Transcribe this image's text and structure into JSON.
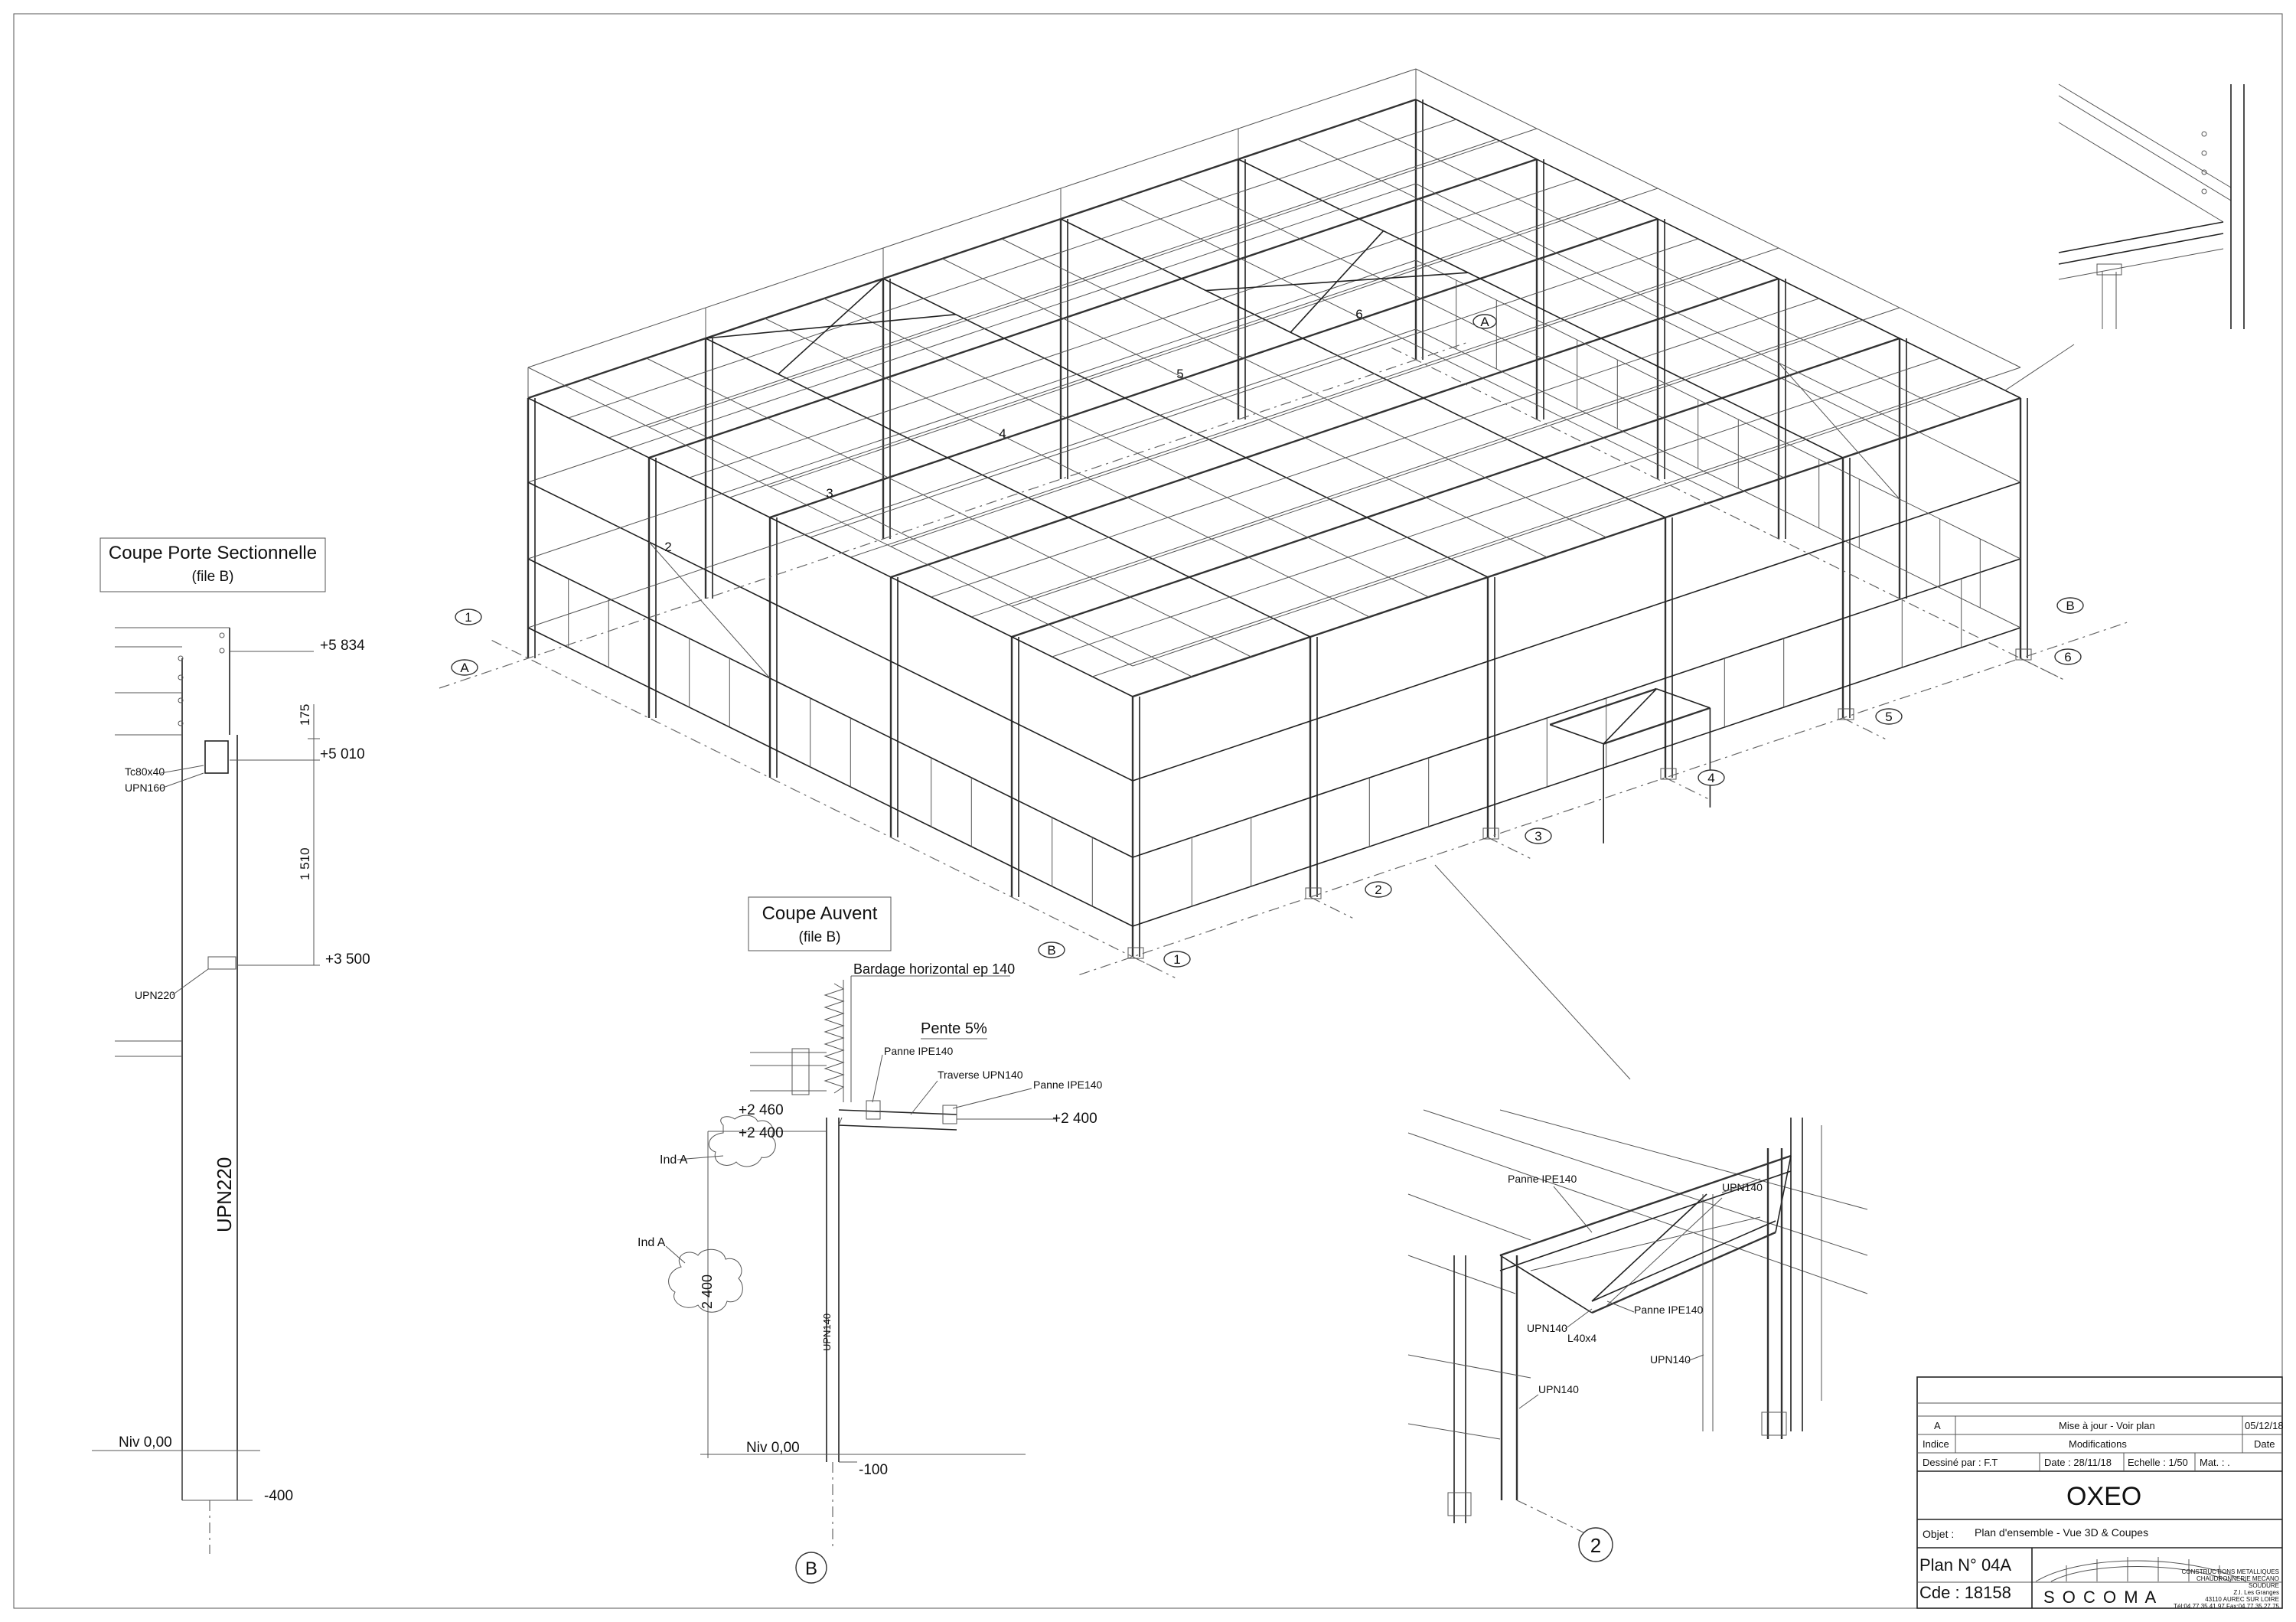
{
  "sections": {
    "porte": {
      "title": "Coupe Porte Sectionnelle",
      "subtitle": "(file B)",
      "levels": [
        "+5 834",
        "+5 010",
        "+3 500"
      ],
      "dims": [
        "175",
        "1 510"
      ],
      "profiles": [
        "Tc80x40",
        "UPN160",
        "UPN220"
      ],
      "column_label": "UPN220",
      "ground": "Niv 0,00",
      "foot": "-400"
    },
    "auvent": {
      "title": "Coupe Auvent",
      "subtitle": "(file B)",
      "bardage": "Bardage horizontal ep 140",
      "pente": "Pente 5%",
      "panne_left": "Panne IPE140",
      "traverse": "Traverse UPN140",
      "panne_right": "Panne IPE140",
      "level_right": "+2 400",
      "level_top": "+2 460",
      "level_mid": "+2 400",
      "ind_a_1": "Ind A",
      "ind_a_2": "Ind A",
      "dim_height": "2 400",
      "column": "UPN140",
      "ground": "Niv 0,00",
      "foot": "-100",
      "grid_marker": "B"
    }
  },
  "grid": {
    "front_labels": [
      "1",
      "2",
      "3",
      "4",
      "5",
      "6"
    ],
    "back_labels": [
      "2",
      "3",
      "4",
      "5",
      "6"
    ],
    "axis_a": "A",
    "axis_b": "B",
    "left_1": "1",
    "left_a": "A",
    "bottom_b": "B",
    "bottom_1": "1",
    "right_b": "B",
    "right_6": "6",
    "top_a": "A"
  },
  "detail": {
    "labels": [
      "Panne IPE140",
      "UPN140",
      "Panne IPE140",
      "UPN140",
      "L40x4",
      "UPN140",
      "UPN140"
    ],
    "marker": "2"
  },
  "title_block": {
    "rev_index": "A",
    "rev_description": "Mise à jour - Voir plan",
    "rev_date": "05/12/18",
    "hdr_index": "Indice",
    "hdr_modifications": "Modifications",
    "hdr_date": "Date",
    "drawn_by": "Dessiné par : F.T",
    "date": "Date : 28/11/18",
    "scale": "Echelle : 1/50",
    "material": "Mat. : .",
    "project": "OXEO",
    "object_label": "Objet :",
    "object": "Plan d'ensemble - Vue 3D & Coupes",
    "plan_no": "Plan N°  04A",
    "cde": "Cde :  18158",
    "company": "S O C O M A",
    "company_lines": [
      "CONSTRUCTIONS METALLIQUES",
      "CHAUDRONNERIE MECANO SOUDURE",
      "Z.I. Les Granges",
      "43110 AUREC SUR LOIRE",
      "Tél:04.77.35.41.97 Fax:04.77.35.27.75"
    ]
  }
}
